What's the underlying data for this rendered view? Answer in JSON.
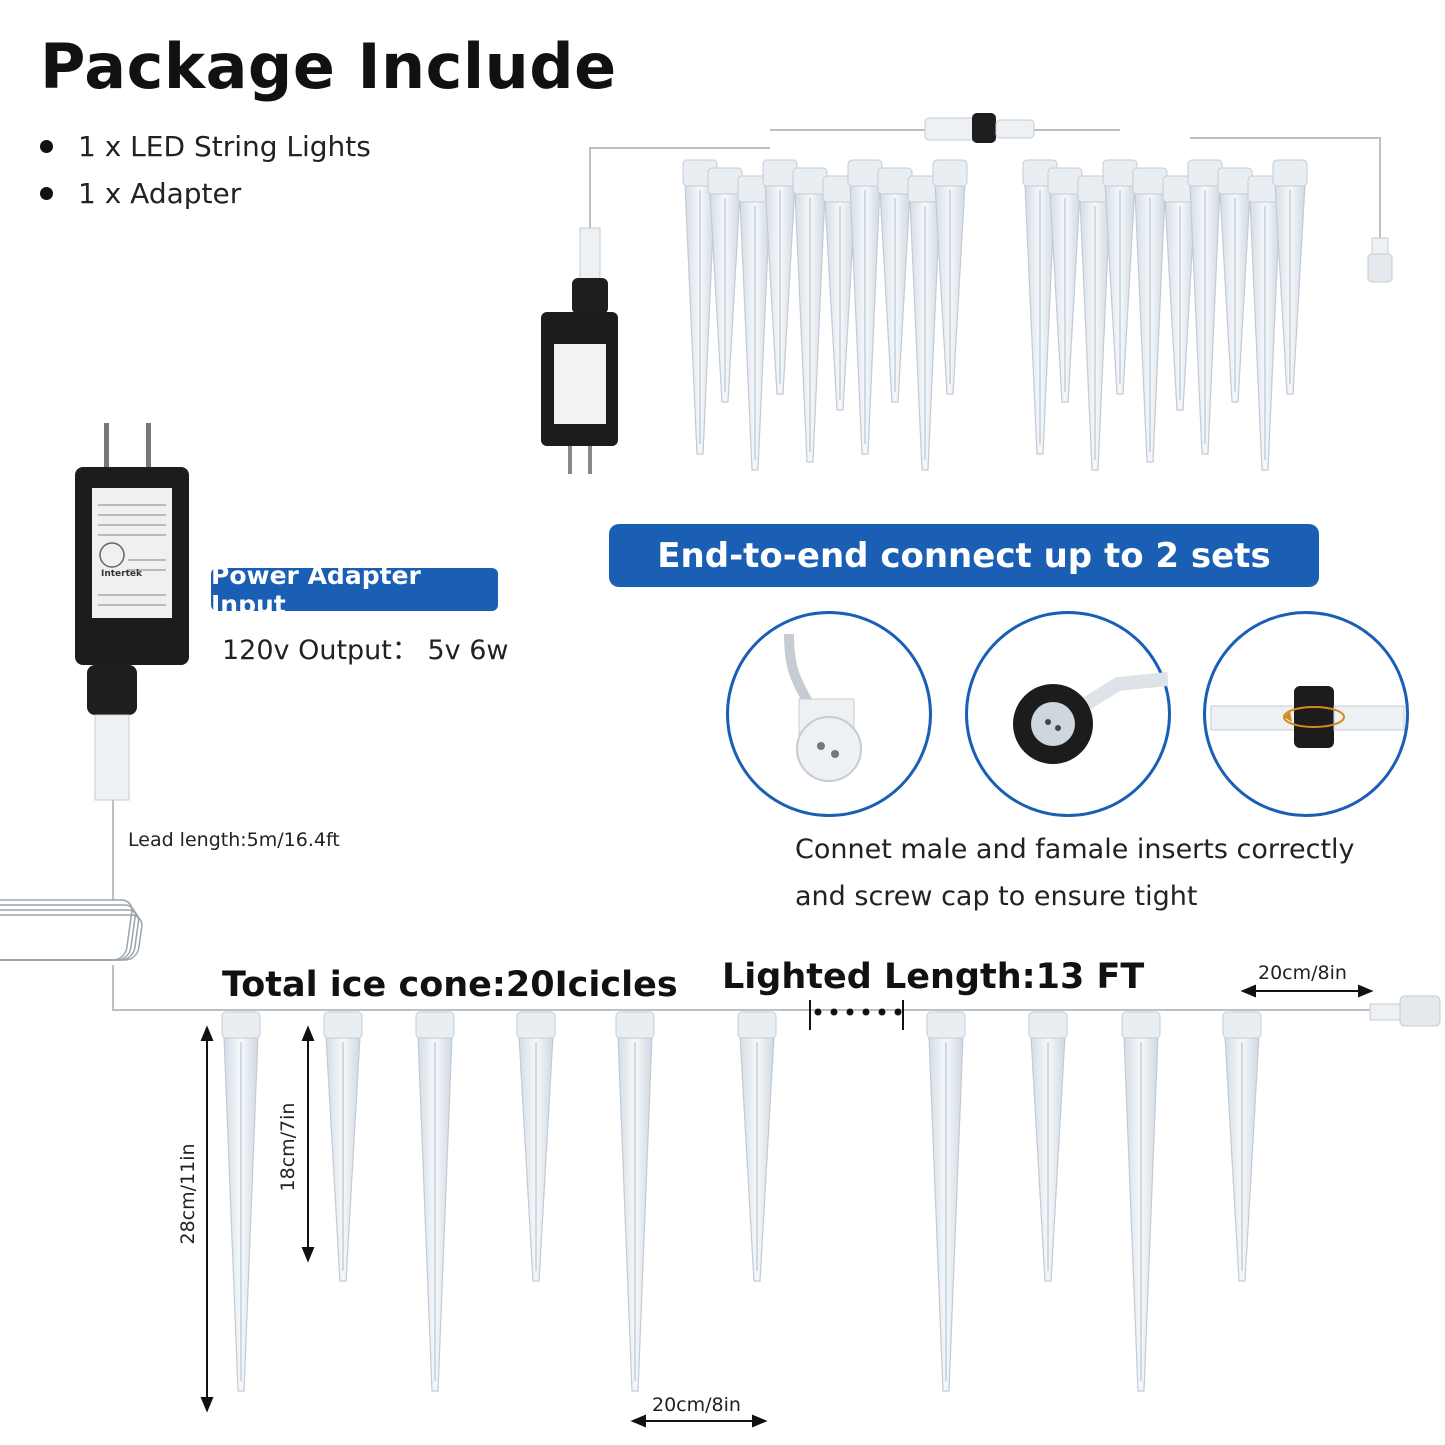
{
  "title": "Package Include",
  "package_items": [
    "1 x LED String Lights",
    "1 x Adapter"
  ],
  "connect_banner": "End-to-end connect up to 2 sets",
  "adapter": {
    "pill_label": "Power Adapter Input",
    "spec": "120v Output： 5v 6w",
    "brand": "Intertek"
  },
  "lead_length": "Lead length:5m/16.4ft",
  "connect_instructions": {
    "line1": "Connet male and famale inserts correctly",
    "line2": "and screw cap to ensure tight"
  },
  "total_cone": "Total ice cone:20Icicles",
  "lighted_length": "Lighted Length:13 FT",
  "dimensions": {
    "spacing_top": "20cm/8in",
    "spacing_bottom": "20cm/8in",
    "long_cone": "28cm/11in",
    "short_cone": "18cm/7in"
  },
  "colors": {
    "accent_blue": "#1a5fb4",
    "adapter_black": "#1c1c1c",
    "icicle_frost": "#e4ebf2"
  }
}
